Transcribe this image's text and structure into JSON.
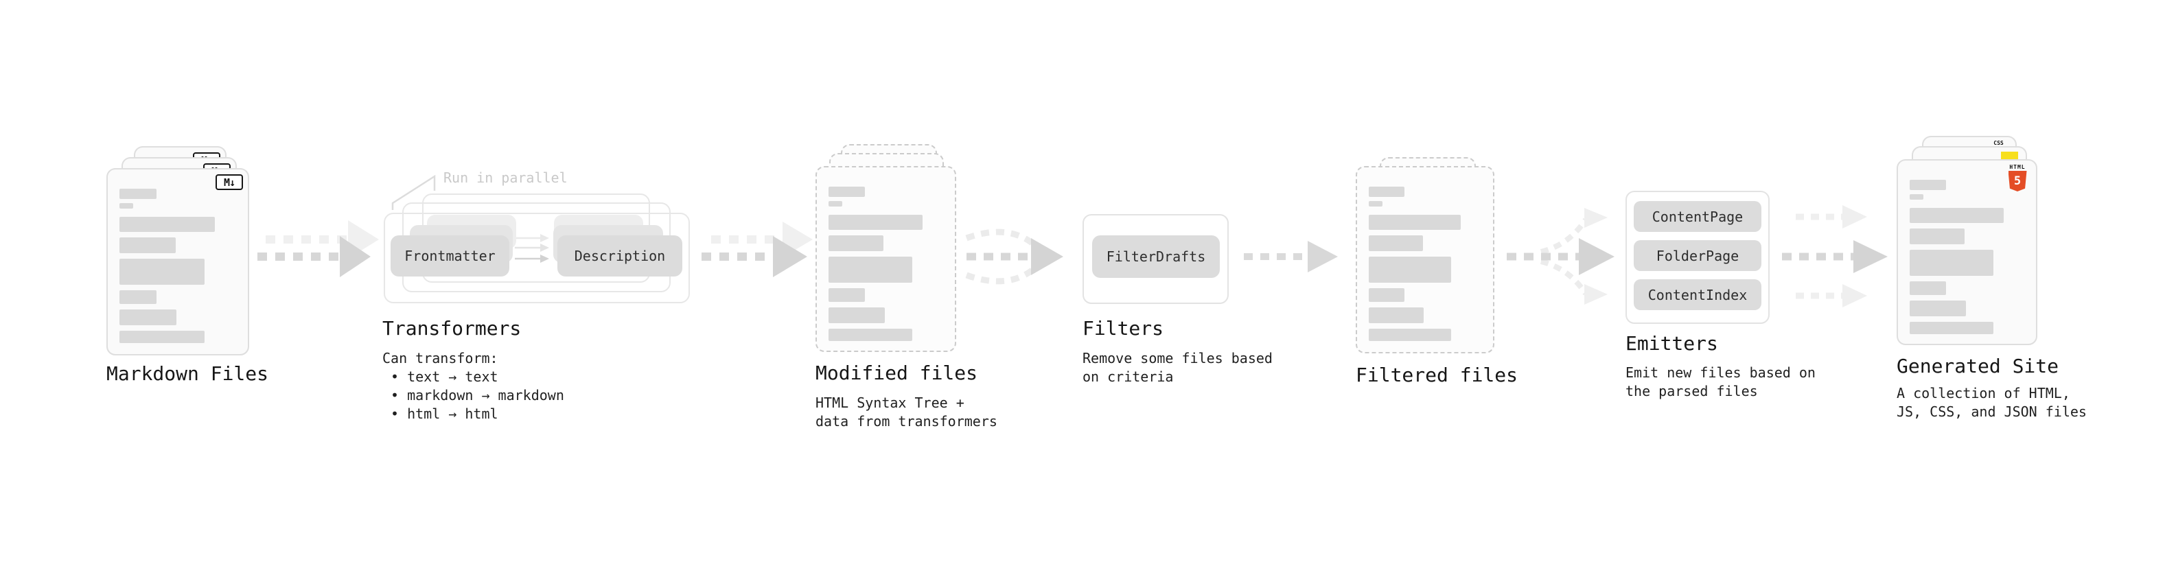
{
  "pipeline": {
    "flow_edges": [
      "Markdown Files → Transformers",
      "Transformers → Modified files",
      "Modified files → Filters",
      "Filters → Filtered files",
      "Filtered files → Emitters",
      "Emitters → Generated Site"
    ]
  },
  "nodes": {
    "markdown_files": {
      "label": "Markdown Files",
      "badge": "M↓"
    },
    "transformers": {
      "label": "Transformers",
      "annotation": "Run in parallel",
      "pills": [
        "Frontmatter",
        "Description"
      ],
      "desc_title": "Can transform:",
      "bullets": [
        "• text → text",
        "• markdown → markdown",
        "• html → html"
      ]
    },
    "modified_files": {
      "label": "Modified files",
      "desc_lines": [
        "HTML Syntax Tree +",
        "data from transformers"
      ]
    },
    "filters": {
      "label": "Filters",
      "pills": [
        "FilterDrafts"
      ],
      "desc_lines": [
        "Remove some files based",
        "on criteria"
      ]
    },
    "filtered_files": {
      "label": "Filtered files"
    },
    "emitters": {
      "label": "Emitters",
      "pills": [
        "ContentPage",
        "FolderPage",
        "ContentIndex"
      ],
      "desc_lines": [
        "Emit new files based on",
        "the parsed files"
      ]
    },
    "generated_site": {
      "label": "Generated Site",
      "desc_lines": [
        "A collection of HTML,",
        "JS, CSS, and JSON files"
      ],
      "badges": {
        "css": "CSS",
        "html": "HTML",
        "html_number": "5"
      }
    }
  },
  "colors": {
    "arrow_dark": "#d4d4d4",
    "arrow_light": "#efefef",
    "placeholder_bar": "#d9d9d9",
    "pill_bg": "#dcdcdc",
    "css_blue": "#2d65ef",
    "js_yellow": "#f7df1e",
    "html5_orange": "#e44d26",
    "annotation_gray": "#c9c9c9"
  }
}
